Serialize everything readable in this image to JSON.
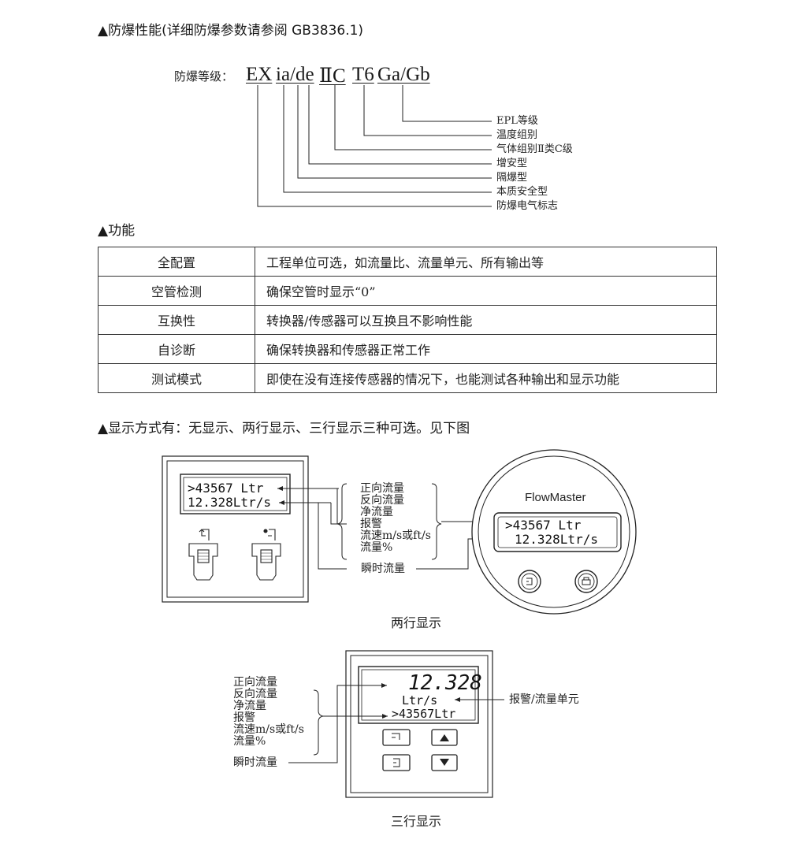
{
  "sections": {
    "explosion_title": "▲防爆性能(详细防爆参数请参阅 GB3836.1)",
    "function_title": "▲功能",
    "display_title": "▲显示方式有：无显示、两行显示、三行显示三种可选。见下图"
  },
  "explosion": {
    "label": "防爆等级：",
    "code_parts": [
      "EX",
      "ia/de",
      "ⅡC",
      "T6",
      "Ga/Gb"
    ],
    "explanations": [
      "EPL等级",
      "温度组别",
      "气体组别Ⅱ类C级",
      "增安型",
      "隔爆型",
      "本质安全型",
      "防爆电气标志"
    ]
  },
  "functions": [
    {
      "name": "全配置",
      "desc": "工程单位可选，如流量比、流量单元、所有输出等"
    },
    {
      "name": "空管检测",
      "desc": "确保空管时显示“0”"
    },
    {
      "name": "互换性",
      "desc": "转换器/传感器可以互换且不影响性能"
    },
    {
      "name": "自诊断",
      "desc": "确保转换器和传感器正常工作"
    },
    {
      "name": "测试模式",
      "desc": "即使在没有连接传感器的情况下，也能测试各种输出和显示功能"
    }
  ],
  "two_line": {
    "lcd_line1": ">43567 Ltr",
    "lcd_line2": "12.328Ltr/s",
    "options": [
      "正向流量",
      "反向流量",
      "净流量",
      "报警",
      "流速m/s或ft/s",
      "流量%"
    ],
    "instant_label": "瞬时流量",
    "brand": "FlowMaster",
    "round_lcd_line1": ">43567 Ltr",
    "round_lcd_line2": "12.328Ltr/s",
    "caption": "两行显示"
  },
  "three_line": {
    "lcd_big": "12.328",
    "lcd_unit": "Ltr/s",
    "lcd_total": ">43567Ltr",
    "options": [
      "正向流量",
      "反向流量",
      "净流量",
      "报警",
      "流速m/s或ft/s",
      "流量%"
    ],
    "instant_label": "瞬时流量",
    "alarm_label": "报警/流量单元",
    "caption": "三行显示"
  }
}
